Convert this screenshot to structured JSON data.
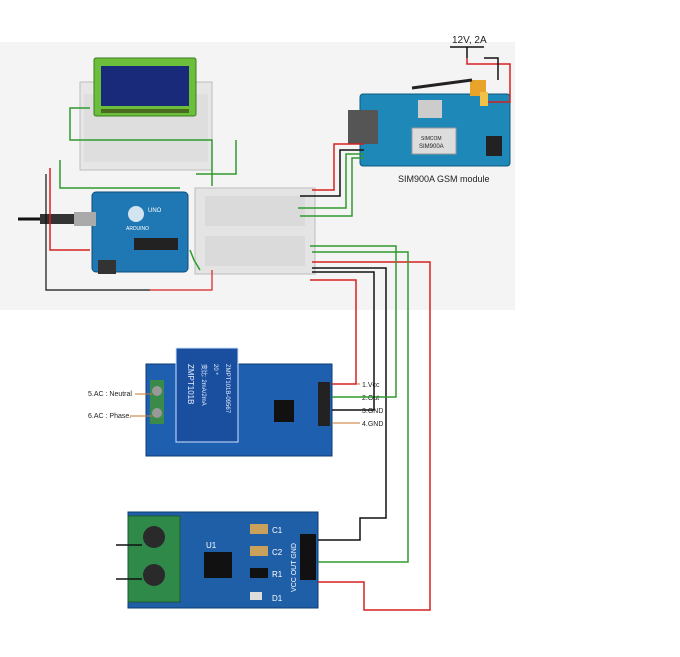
{
  "power": {
    "label": "12V, 2A"
  },
  "gsm": {
    "caption": "SIM900A GSM module",
    "chip_label": "SIM900A",
    "chip_sub": "SIMCOM"
  },
  "arduino": {
    "brand": "ARDUINO",
    "model": "UNO"
  },
  "zmpt": {
    "transformer_label": "ZMPT101B",
    "transformer_sub1": "变比: 2mA/2mA",
    "transformer_sub2": "20 *",
    "transformer_sub3": "ZMPT101B-09567",
    "pins": [
      "1.Vcc",
      "2.Out",
      "3.GND",
      "4.GND"
    ],
    "ac_labels": [
      "5.AC : Neutral",
      "6.AC : Phase."
    ]
  },
  "acs": {
    "ic_label": "U1",
    "components": [
      "C1",
      "C2",
      "R1",
      "D1"
    ],
    "header_label": "VCC OUT GND"
  },
  "colors": {
    "red_wire": "#d62020",
    "green_wire": "#2e9a2e",
    "black_wire": "#111111",
    "pcb_blue": "#1f5fa8",
    "terminal_green": "#2f8a4a"
  }
}
